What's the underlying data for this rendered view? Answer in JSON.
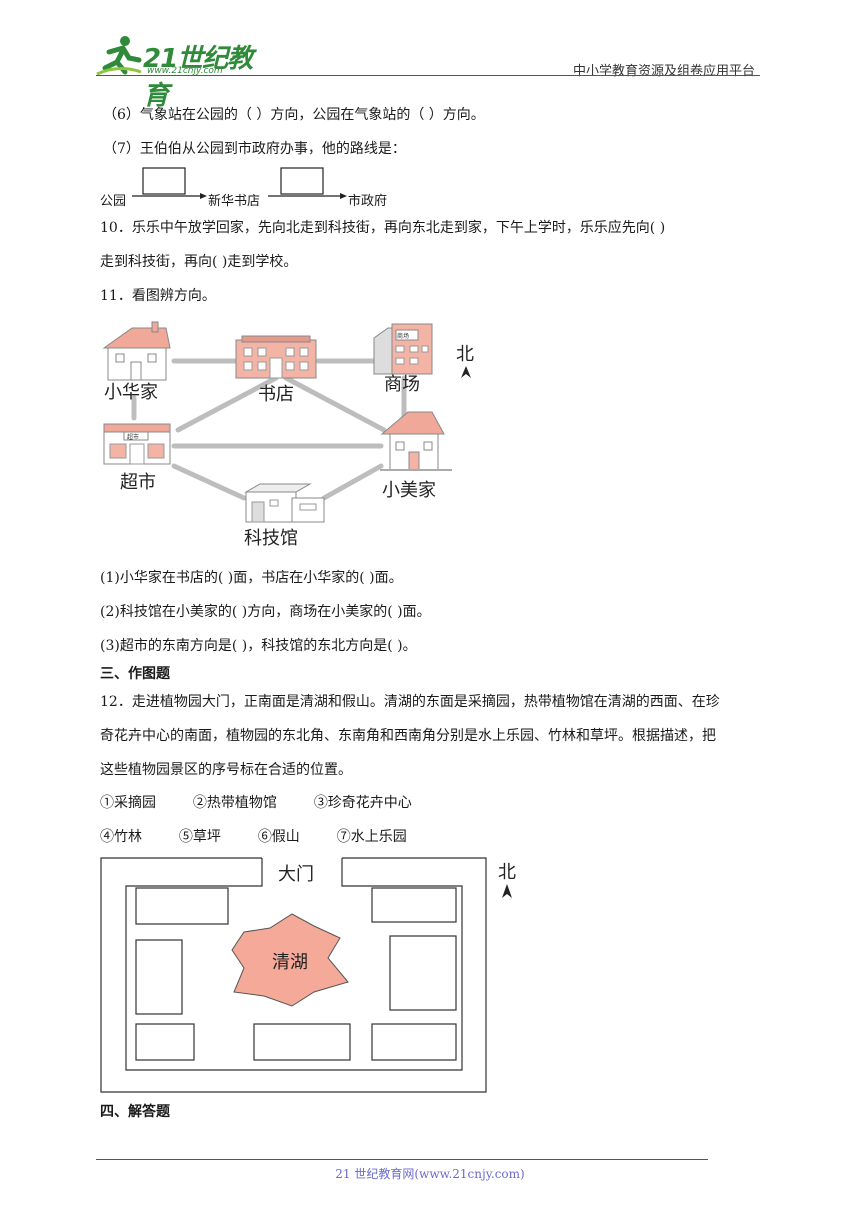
{
  "header": {
    "logo_text": "21世纪教育",
    "logo_url": "www.21cnjy.com",
    "platform": "中小学教育资源及组卷应用平台"
  },
  "q9": {
    "p6": "（6）气象站在公园的（    ）方向，公园在气象站的（    ）方向。",
    "p7": "（7）王伯伯从公园到市政府办事，他的路线是：",
    "route": {
      "start": "公园",
      "mid": "新华书店",
      "end": "市政府"
    }
  },
  "q10": {
    "line1": "10．乐乐中午放学回家，先向北走到科技街，再向东北走到家，下午上学时，乐乐应先向(              )",
    "line2": "走到科技街，再向(              )走到学校。"
  },
  "q11": {
    "title": "11．看图辨方向。",
    "map": {
      "north": "北",
      "places": [
        "小华家",
        "书店",
        "商场",
        "超市",
        "小美家",
        "科技馆"
      ],
      "sign_mall": "商场",
      "sign_market": "超市"
    },
    "p1": "(1)小华家在书店的(              )面，书店在小华家的(              )面。",
    "p2": "(2)科技馆在小美家的(              )方向，商场在小美家的(              )面。",
    "p3": "(3)超市的东南方向是(              )，科技馆的东北方向是(              )。"
  },
  "section3": "三、作图题",
  "q12": {
    "line1": "12．走进植物园大门，正南面是清湖和假山。清湖的东面是采摘园，热带植物馆在清湖的西面、在珍",
    "line2": "奇花卉中心的南面，植物园的东北角、东南角和西南角分别是水上乐园、竹林和草坪。根据描述，把",
    "line3": "这些植物园景区的序号标在合适的位置。",
    "opts1": [
      "①采摘园",
      "②热带植物馆",
      "③珍奇花卉中心"
    ],
    "opts2": [
      "④竹林",
      "⑤草坪",
      "⑥假山",
      "⑦水上乐园"
    ],
    "gate": "大门",
    "lake": "清湖",
    "north": "北"
  },
  "section4": "四、解答题",
  "footer": "21 世纪教育网(www.21cnjy.com)",
  "colors": {
    "accent_green": "#2f8a3a",
    "house_salmon": "#f0a898",
    "lake": "#f5a999",
    "footer_blue": "#6b6bd0"
  }
}
